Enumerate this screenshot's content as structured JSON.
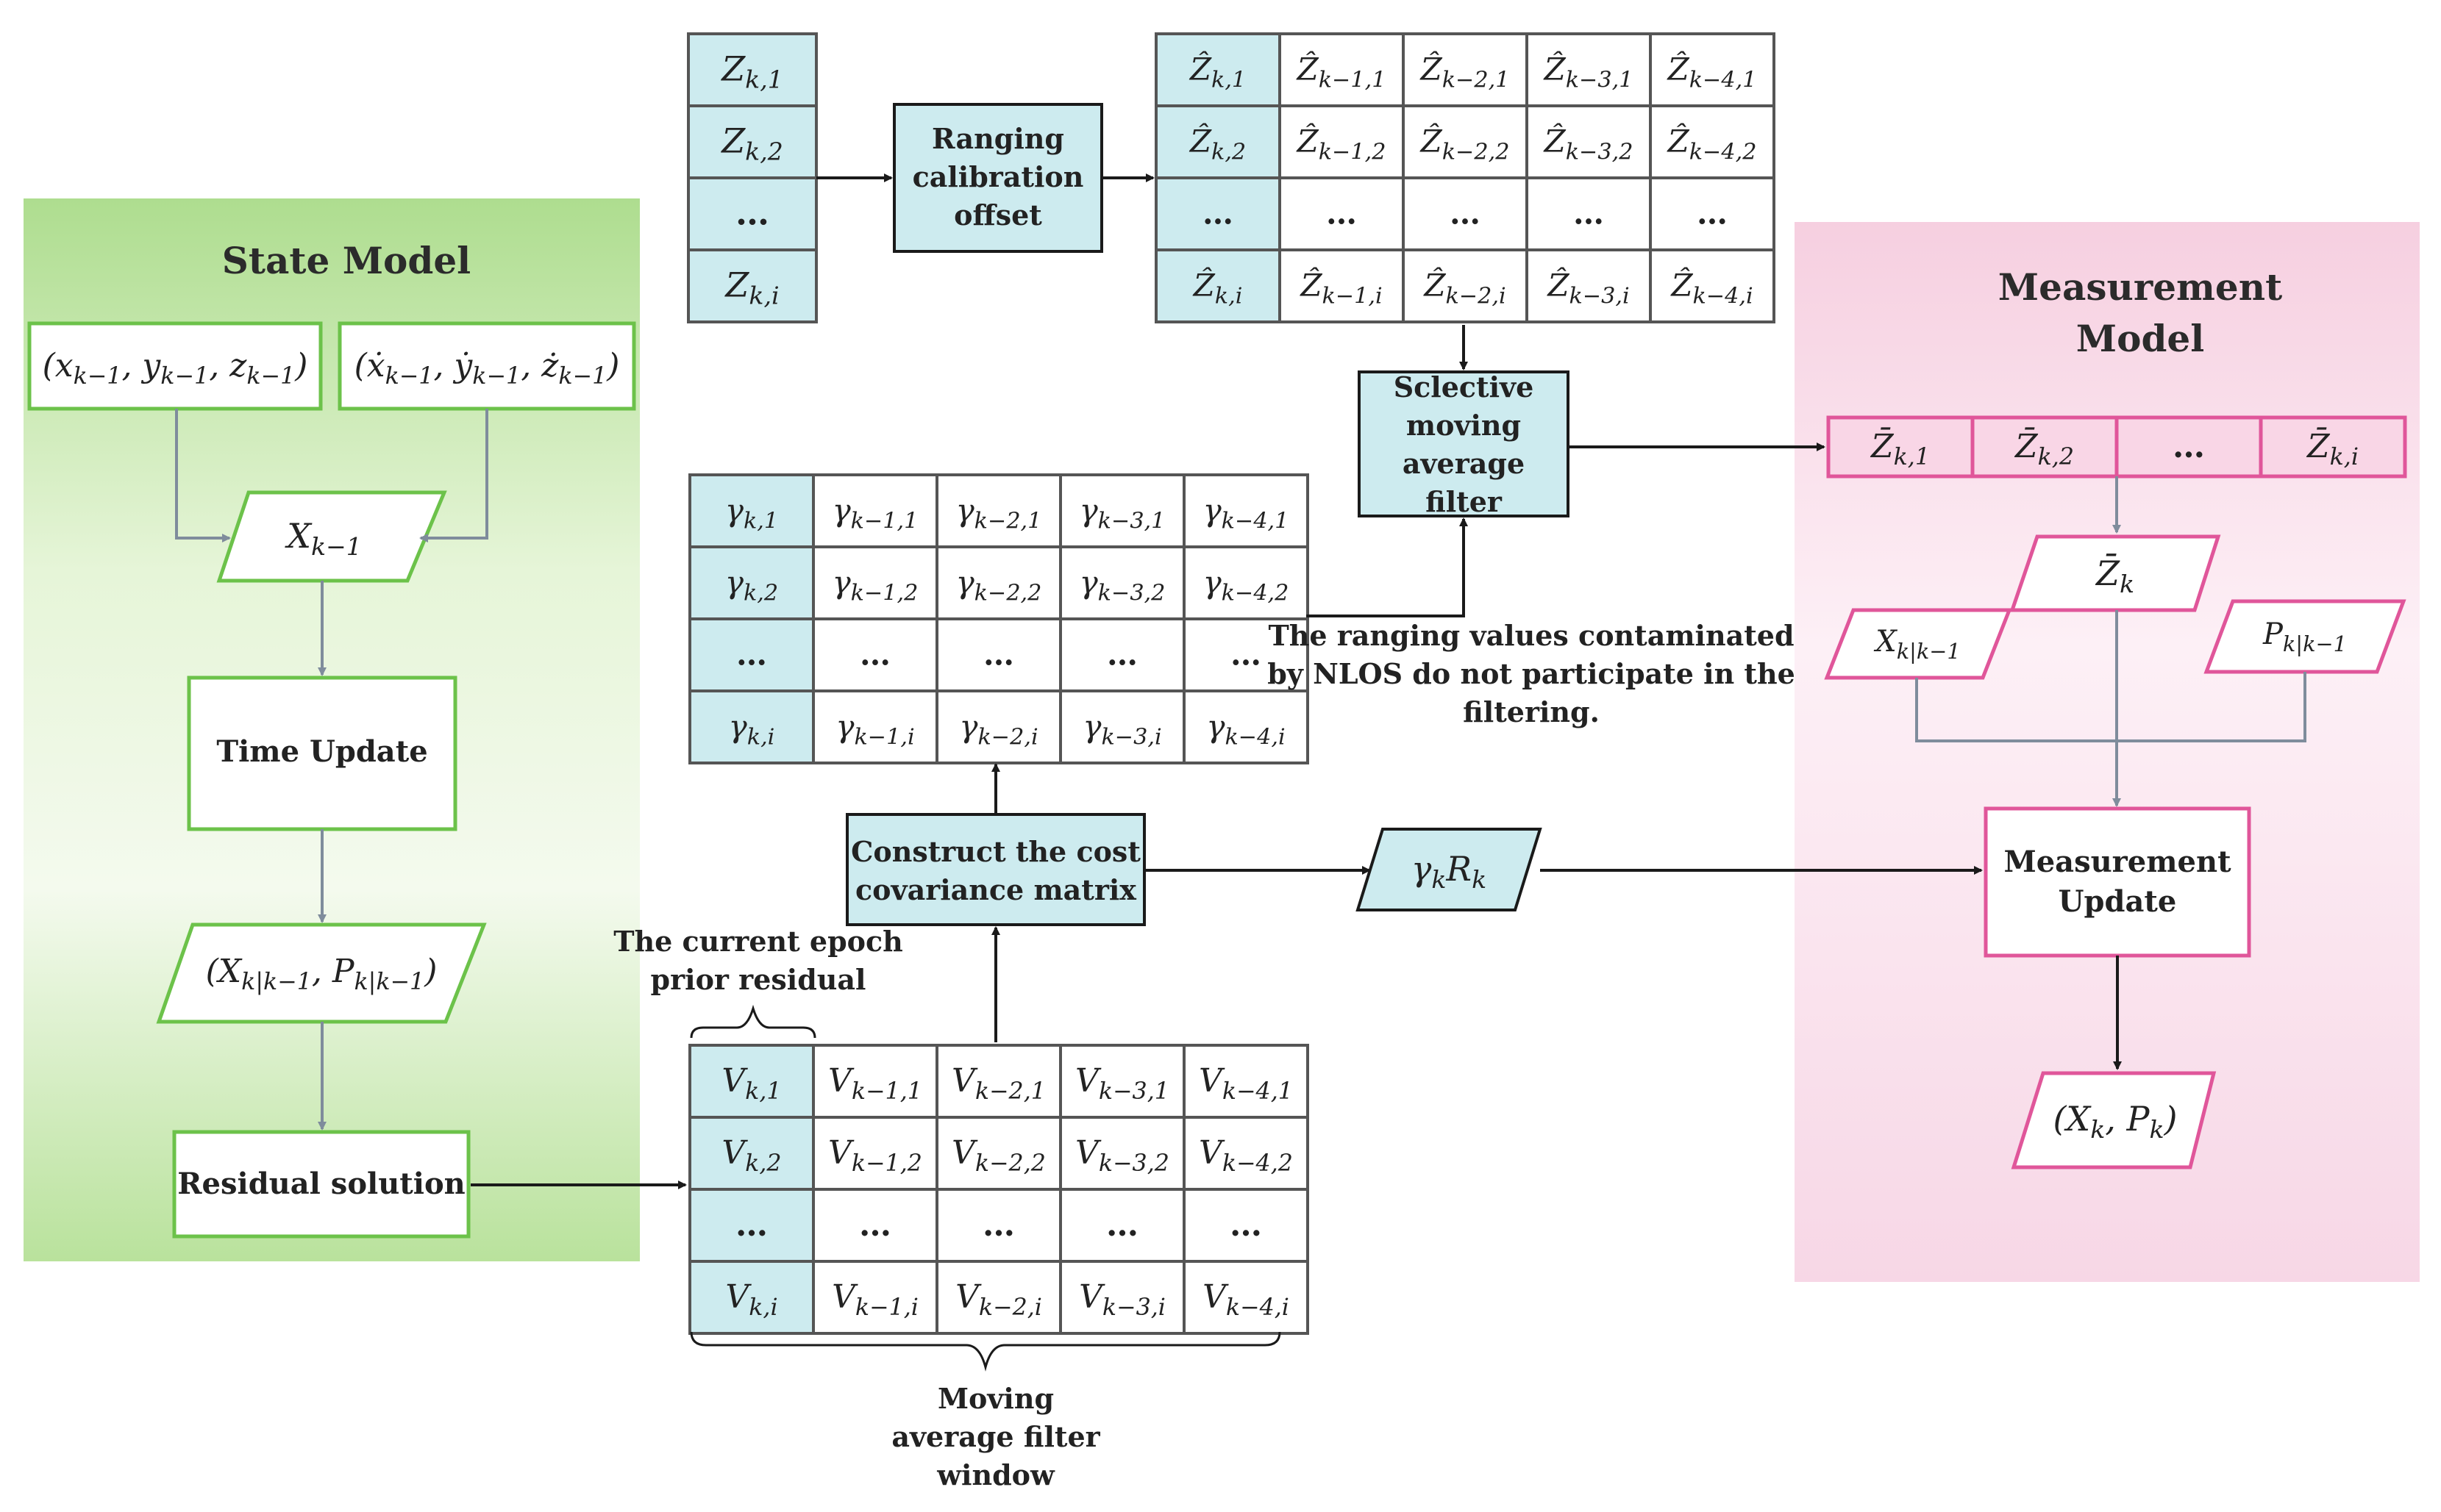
{
  "state_model": {
    "title": "State Model",
    "position_state": "(x",
    "position_state_full": [
      "(x",
      "k−1",
      ", y",
      "k−1",
      ", z",
      "k−1",
      ")"
    ],
    "velocity_state_full": [
      "(ẋ",
      "k−1",
      ", ẏ",
      "k−1",
      ", ż",
      "k−1",
      ")"
    ],
    "state_vector": [
      "X",
      "k−1"
    ],
    "time_update": "Time Update",
    "prediction": [
      "(X",
      "k|k−1",
      ", P",
      "k|k−1",
      ")"
    ],
    "residual_solution": "Residual solution"
  },
  "measurement_model": {
    "title_line1": "Measurement",
    "title_line2": "Model",
    "filtered_row": [
      [
        "Z̄",
        "k,1"
      ],
      [
        "Z̄",
        "k,2"
      ],
      [
        "…",
        ""
      ],
      [
        "Z̄",
        "k,i"
      ]
    ],
    "mean_measurement": [
      "Z̄",
      "k"
    ],
    "predicted_state": [
      "X",
      "k|k−1"
    ],
    "predicted_cov": [
      "P",
      "k|k−1"
    ],
    "measurement_update_line1": "Measurement",
    "measurement_update_line2": "Update",
    "result": [
      "(X",
      "k",
      ", P",
      "k",
      ")"
    ]
  },
  "raw_ranges": [
    [
      "Z",
      "k,1"
    ],
    [
      "Z",
      "k,2"
    ],
    [
      "…",
      ""
    ],
    [
      "Z",
      "k,i"
    ]
  ],
  "calibration": {
    "line1": "Ranging",
    "line2": "calibration",
    "line3": "offset"
  },
  "calibrated_table": [
    [
      [
        "Ẑ",
        "k,1"
      ],
      [
        "Ẑ",
        "k−1,1"
      ],
      [
        "Ẑ",
        "k−2,1"
      ],
      [
        "Ẑ",
        "k−3,1"
      ],
      [
        "Ẑ",
        "k−4,1"
      ]
    ],
    [
      [
        "Ẑ",
        "k,2"
      ],
      [
        "Ẑ",
        "k−1,2"
      ],
      [
        "Ẑ",
        "k−2,2"
      ],
      [
        "Ẑ",
        "k−3,2"
      ],
      [
        "Ẑ",
        "k−4,2"
      ]
    ],
    [
      [
        "…",
        ""
      ],
      [
        "…",
        ""
      ],
      [
        "…",
        ""
      ],
      [
        "…",
        ""
      ],
      [
        "…",
        ""
      ]
    ],
    [
      [
        "Ẑ",
        "k,i"
      ],
      [
        "Ẑ",
        "k−1,i"
      ],
      [
        "Ẑ",
        "k−2,i"
      ],
      [
        "Ẑ",
        "k−3,i"
      ],
      [
        "Ẑ",
        "k−4,i"
      ]
    ]
  ],
  "selective_filter": {
    "line1": "Sclective",
    "line2": "moving",
    "line3": "average",
    "line4": "filter"
  },
  "gamma_table": [
    [
      [
        "γ",
        "k,1"
      ],
      [
        "γ",
        "k−1,1"
      ],
      [
        "γ",
        "k−2,1"
      ],
      [
        "γ",
        "k−3,1"
      ],
      [
        "γ",
        "k−4,1"
      ]
    ],
    [
      [
        "γ",
        "k,2"
      ],
      [
        "γ",
        "k−1,2"
      ],
      [
        "γ",
        "k−2,2"
      ],
      [
        "γ",
        "k−3,2"
      ],
      [
        "γ",
        "k−4,2"
      ]
    ],
    [
      [
        "…",
        ""
      ],
      [
        "…",
        ""
      ],
      [
        "…",
        ""
      ],
      [
        "…",
        ""
      ],
      [
        "…",
        ""
      ]
    ],
    [
      [
        "γ",
        "k,i"
      ],
      [
        "γ",
        "k−1,i"
      ],
      [
        "γ",
        "k−2,i"
      ],
      [
        "γ",
        "k−3,i"
      ],
      [
        "γ",
        "k−4,i"
      ]
    ]
  ],
  "nlos_note": {
    "line1": "The ranging values contaminated",
    "line2": "by NLOS do not participate in the",
    "line3": "filtering."
  },
  "cost_matrix": {
    "line1": "Construct the cost",
    "line2": "covariance matrix"
  },
  "gamma_r": [
    "γ",
    "k",
    "R",
    "k"
  ],
  "current_epoch_note": {
    "line1": "The current epoch",
    "line2": "prior residual"
  },
  "residual_table": [
    [
      [
        "V",
        "k,1"
      ],
      [
        "V",
        "k−1,1"
      ],
      [
        "V",
        "k−2,1"
      ],
      [
        "V",
        "k−3,1"
      ],
      [
        "V",
        "k−4,1"
      ]
    ],
    [
      [
        "V",
        "k,2"
      ],
      [
        "V",
        "k−1,2"
      ],
      [
        "V",
        "k−2,2"
      ],
      [
        "V",
        "k−3,2"
      ],
      [
        "V",
        "k−4,2"
      ]
    ],
    [
      [
        "…",
        ""
      ],
      [
        "…",
        ""
      ],
      [
        "…",
        ""
      ],
      [
        "…",
        ""
      ],
      [
        "…",
        ""
      ]
    ],
    [
      [
        "V",
        "k,i"
      ],
      [
        "V",
        "k−1,i"
      ],
      [
        "V",
        "k−2,i"
      ],
      [
        "V",
        "k−3,i"
      ],
      [
        "V",
        "k−4,i"
      ]
    ]
  ],
  "window_note": {
    "line1": "Moving",
    "line2": "average filter",
    "line3": "window"
  },
  "colors": {
    "green_panel_top": "#aedd8f",
    "green_panel_bottom": "#e9f6dc",
    "green_border": "#6cc24a",
    "pink_panel_top": "#f7d3e2",
    "pink_panel_bottom": "#fbe4ee",
    "pink_border": "#e0569a",
    "teal_fill": "#cdebef",
    "grid_stroke": "#555555",
    "arrow_dark": "#1a1a1a",
    "arrow_gray": "#7f8c9c"
  }
}
